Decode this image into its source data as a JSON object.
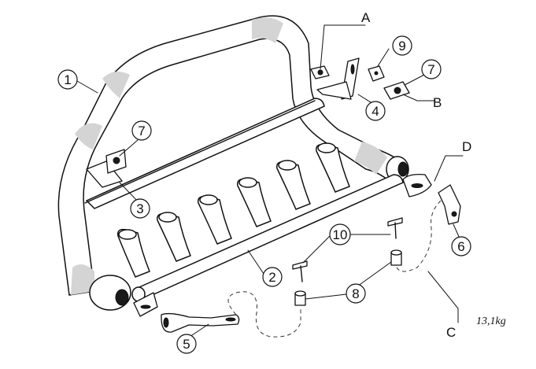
{
  "diagram": {
    "callouts": [
      {
        "id": "c1",
        "label": "1"
      },
      {
        "id": "c2",
        "label": "2"
      },
      {
        "id": "c3",
        "label": "3"
      },
      {
        "id": "c4",
        "label": "4"
      },
      {
        "id": "c5",
        "label": "5"
      },
      {
        "id": "c6",
        "label": "6"
      },
      {
        "id": "c7a",
        "label": "7"
      },
      {
        "id": "c7b",
        "label": "7"
      },
      {
        "id": "c8",
        "label": "8"
      },
      {
        "id": "c9",
        "label": "9"
      },
      {
        "id": "c10",
        "label": "10"
      }
    ],
    "letters": {
      "A": "A",
      "B": "B",
      "C": "C",
      "D": "D"
    },
    "weight": "13,1kg"
  }
}
